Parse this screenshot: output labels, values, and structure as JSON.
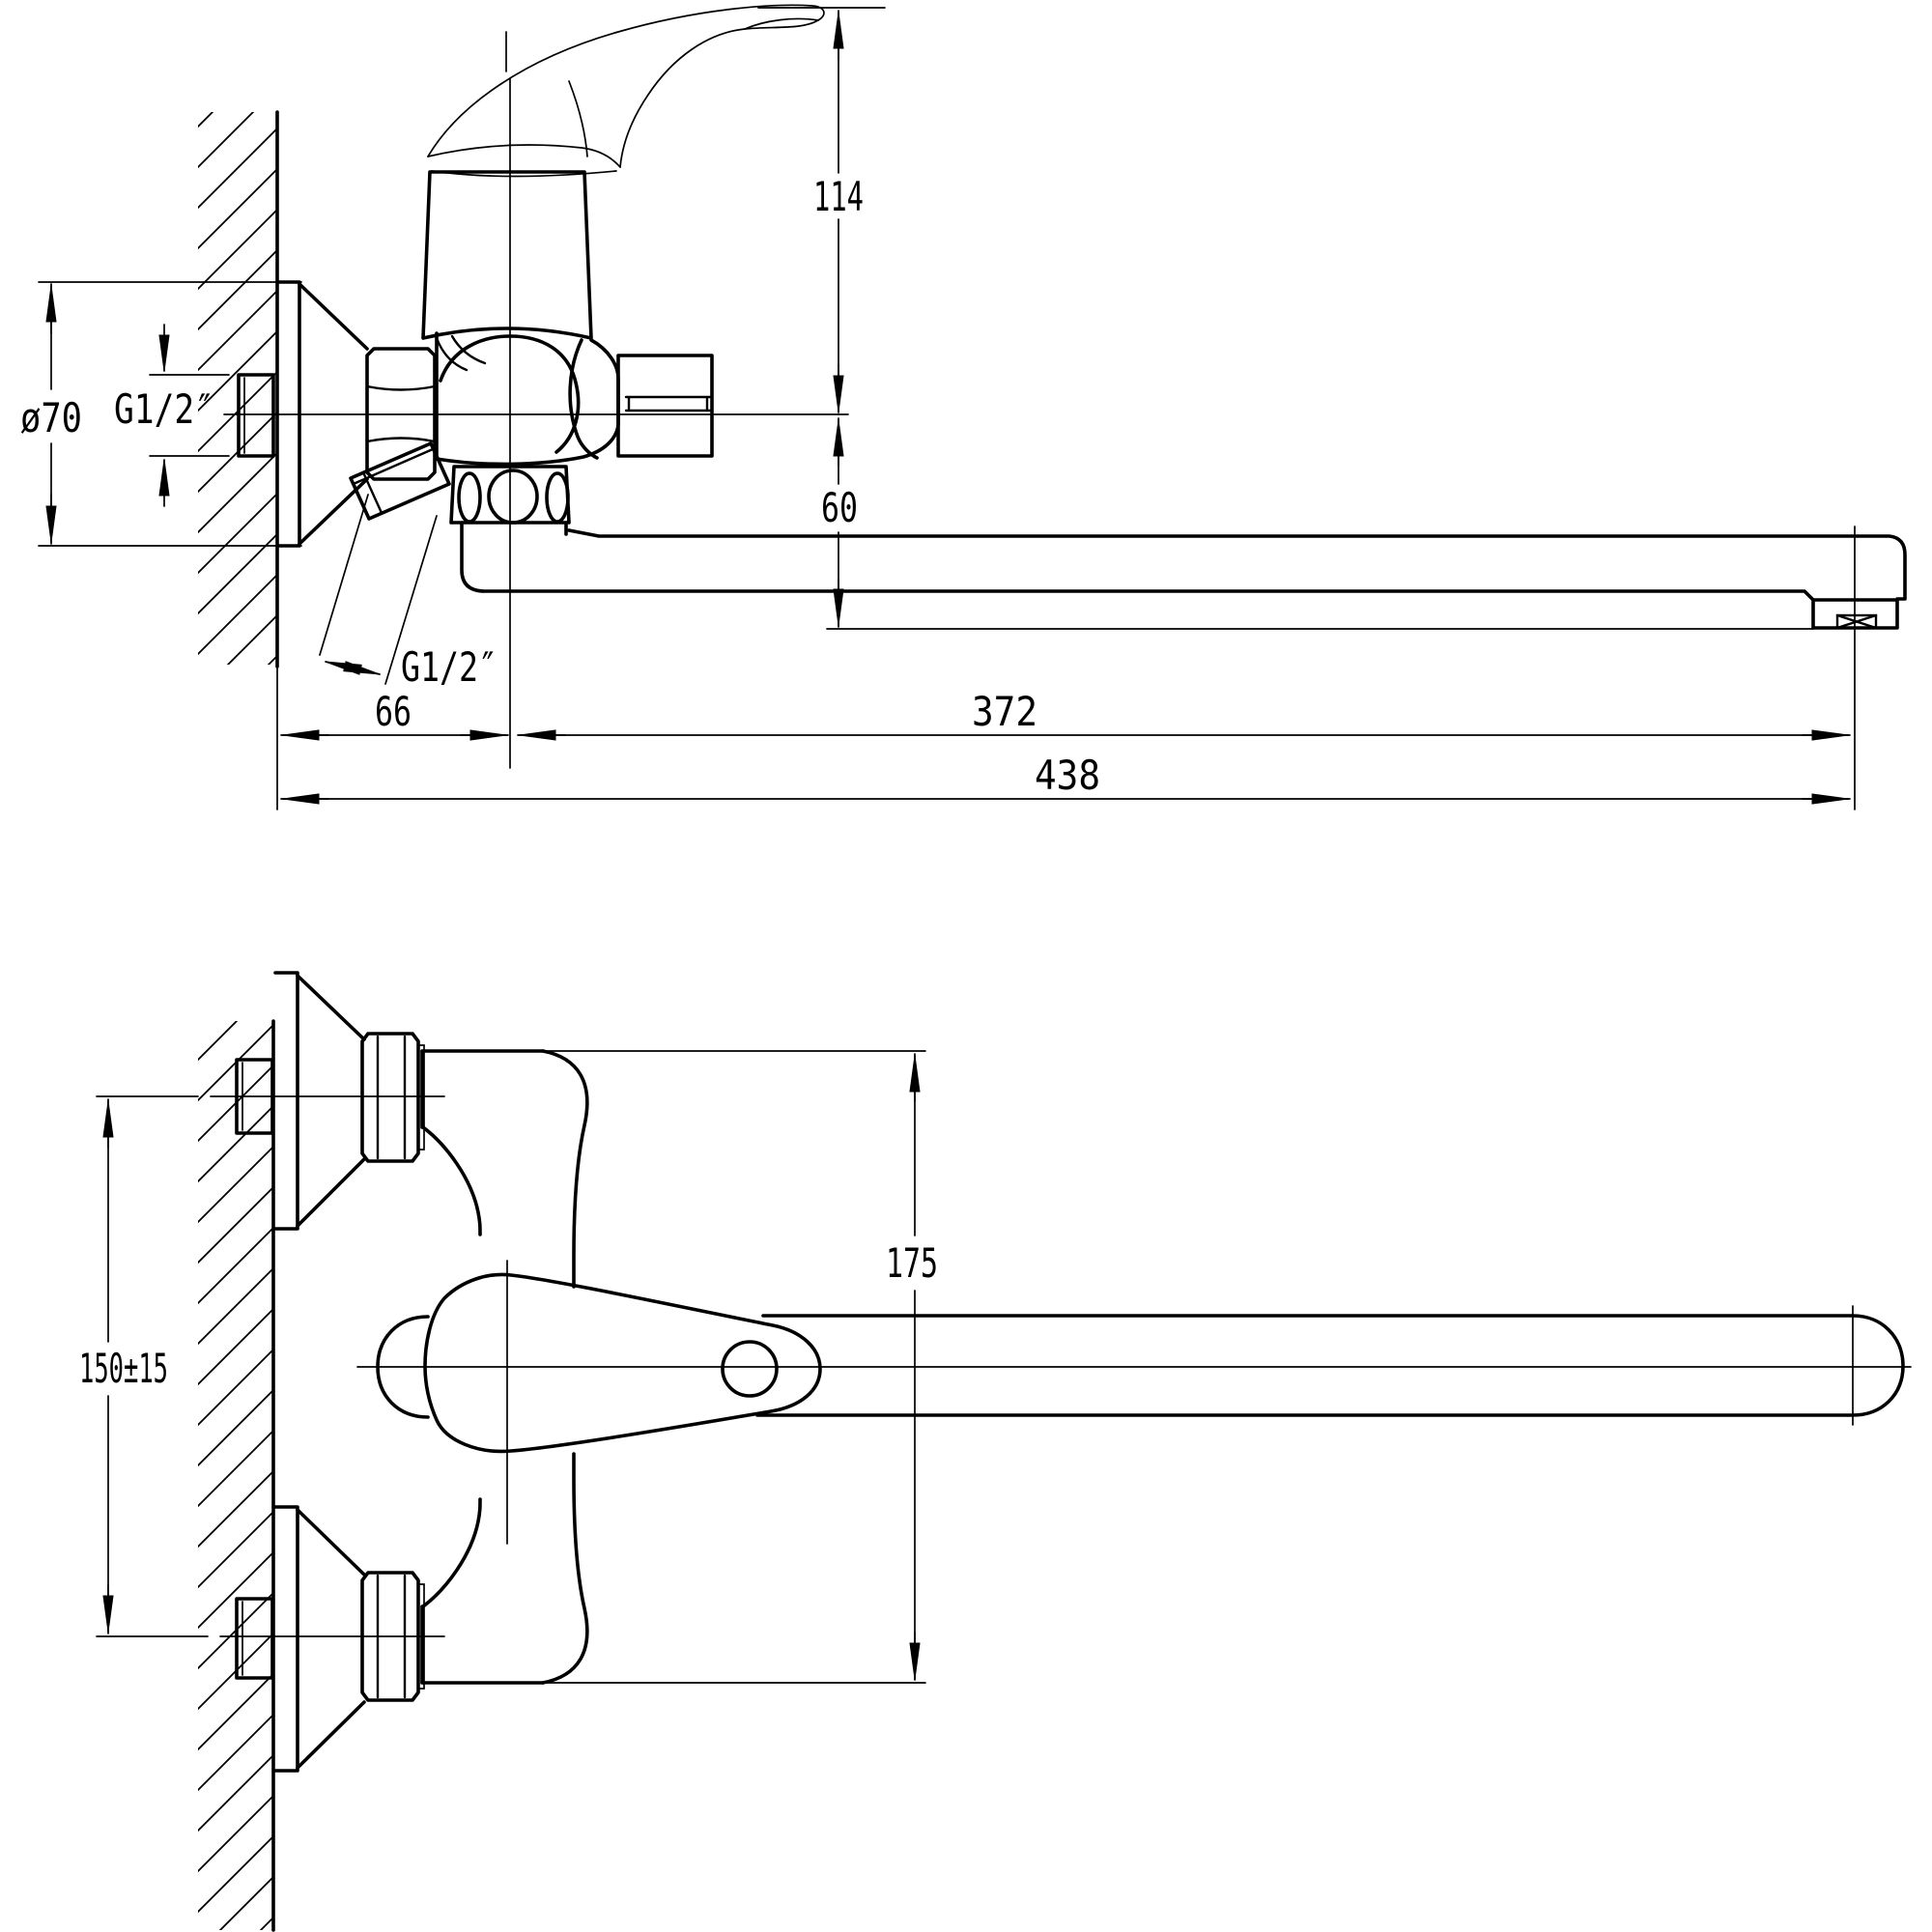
{
  "drawing": {
    "colors": {
      "line": "#000000",
      "background": "#ffffff"
    },
    "side": {
      "handle_height": "114",
      "spout_drop": "60",
      "flange_diameter": "ø70",
      "inlet_thread": "G1/2″",
      "shower_thread": "G1/2″",
      "wall_to_axis": "66",
      "axis_to_spout": "372",
      "overall_length": "438"
    },
    "front": {
      "body_height": "175",
      "inlet_spacing": "150±15"
    }
  }
}
